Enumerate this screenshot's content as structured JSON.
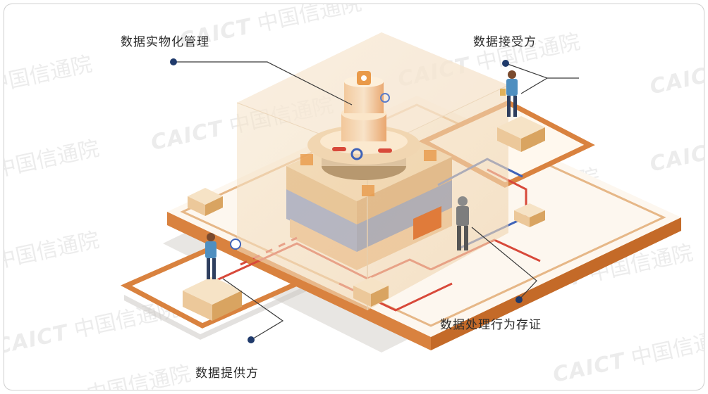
{
  "labels": {
    "physical_mgmt": "数据实物化管理",
    "receiver": "数据接受方",
    "provider": "数据提供方",
    "evidence": "数据处理行为存证"
  },
  "watermark": {
    "brand": "CAICT",
    "org": "中国信通院"
  },
  "colors": {
    "accent_orange": "#d9823f",
    "pipe_red": "#d8493a",
    "pipe_blue": "#3f63b8",
    "block_blue": "#5b7cc8",
    "beige": "#f4e3c9",
    "dot_navy": "#1f3a6b"
  }
}
